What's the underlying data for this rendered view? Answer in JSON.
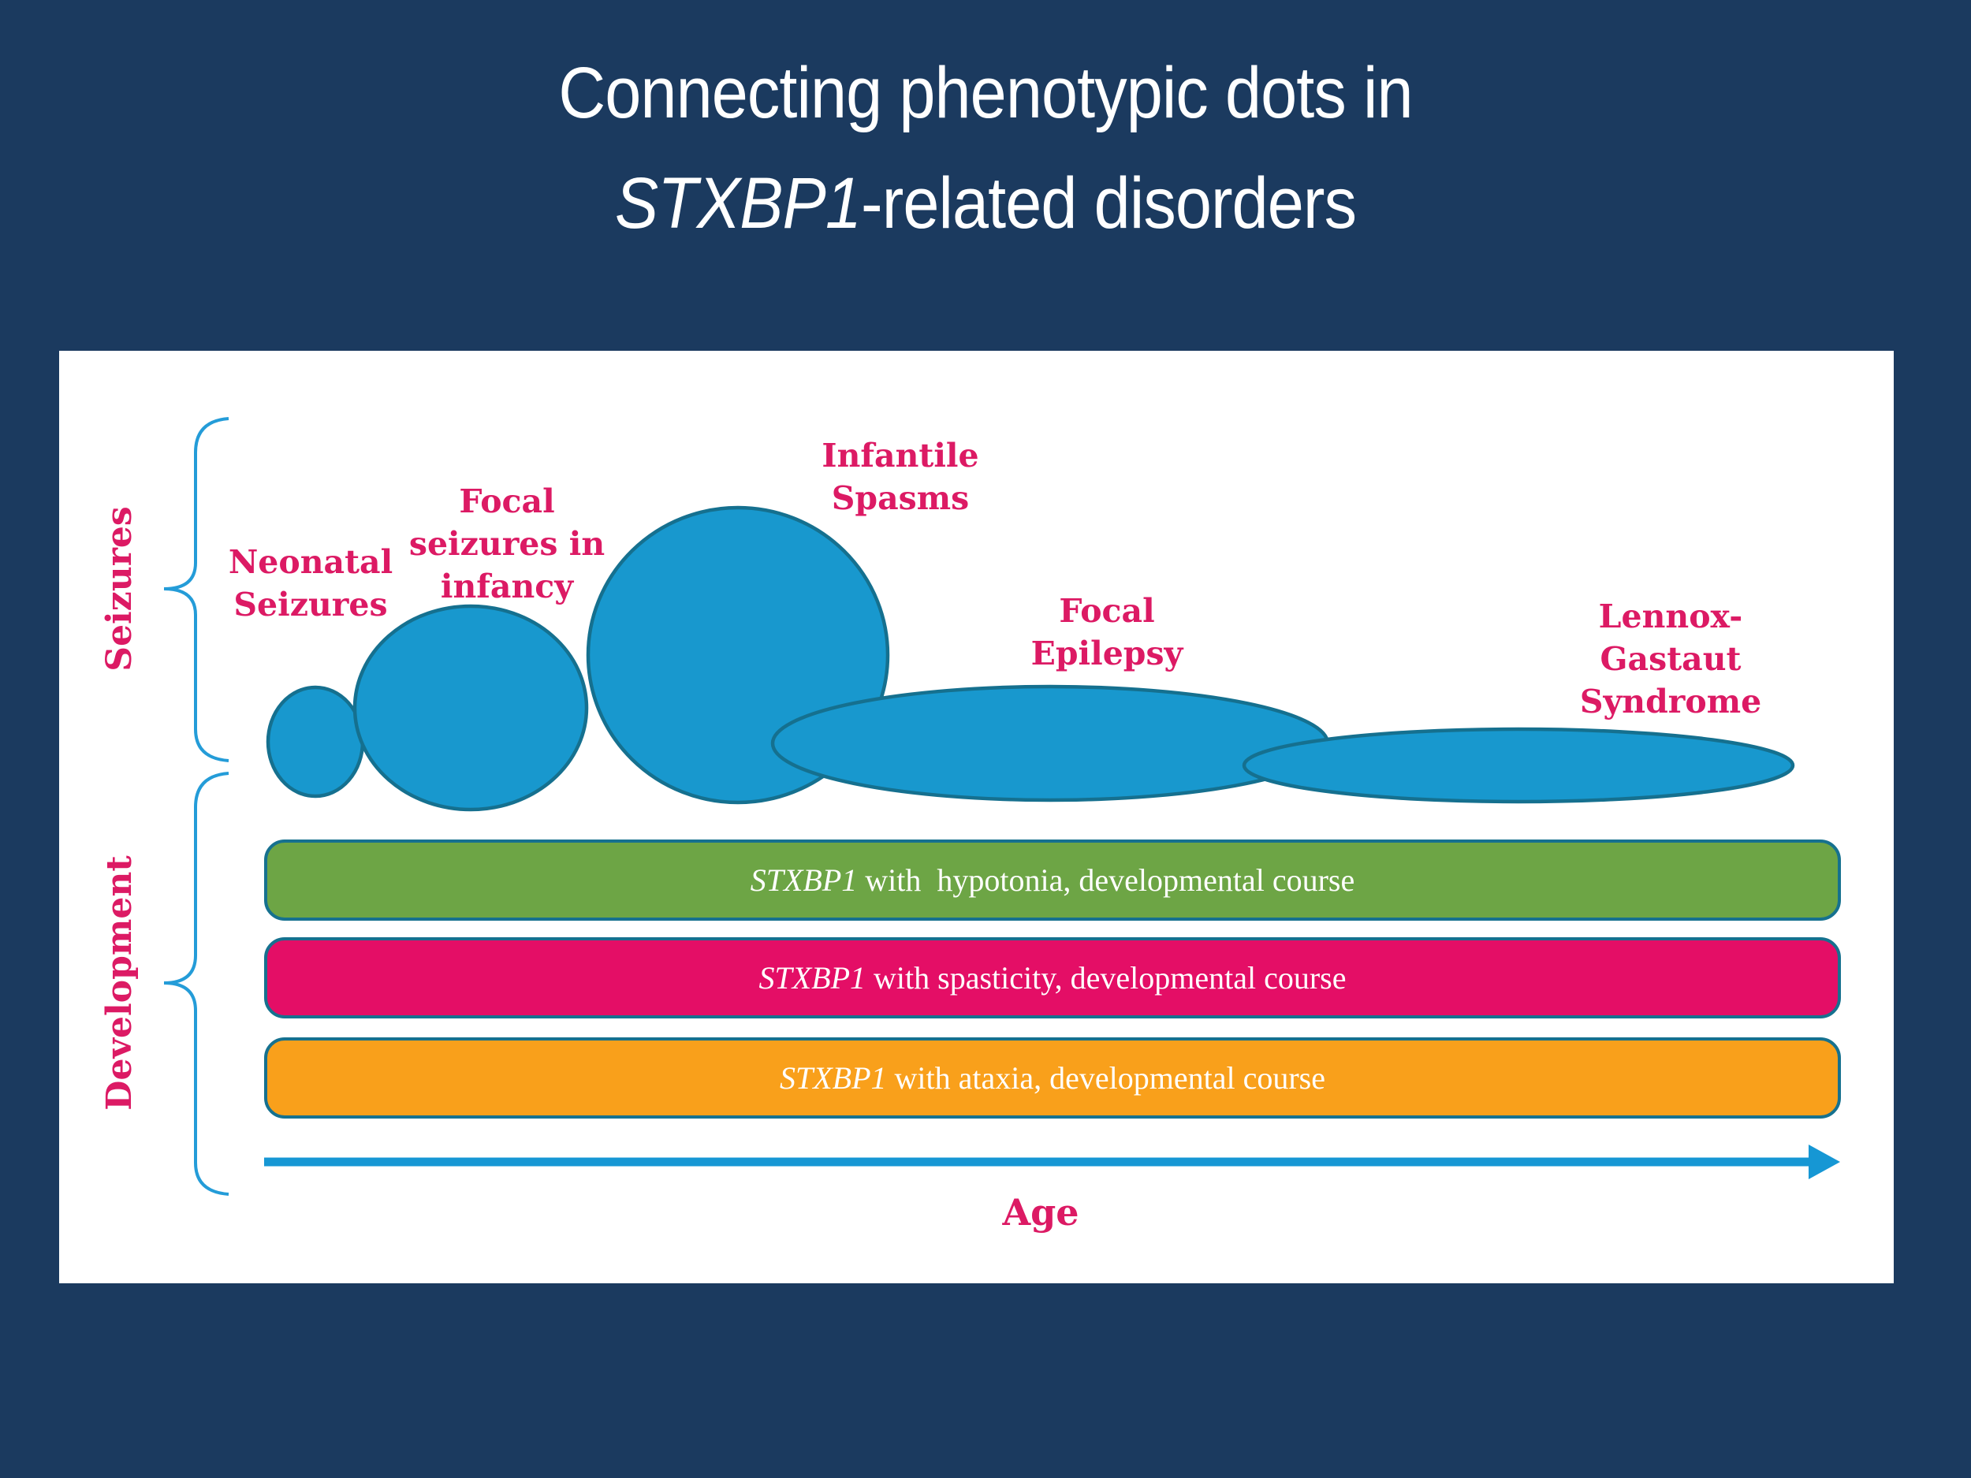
{
  "slide": {
    "title": {
      "line1": "Connecting phenotypic dots in",
      "line2_italic": "STXBP1",
      "line2_rest": "-related disorders"
    }
  },
  "diagram": {
    "row_labels": {
      "seizures": "Seizures",
      "development": "Development"
    },
    "seizure_phases": [
      {
        "name": "neonatal-seizures",
        "lines": [
          "Neonatal",
          "Seizures"
        ]
      },
      {
        "name": "focal-seizures-in-infancy",
        "lines": [
          "Focal",
          "seizures in",
          "infancy"
        ]
      },
      {
        "name": "infantile-spasms",
        "lines": [
          "Infantile",
          "Spasms"
        ]
      },
      {
        "name": "focal-epilepsy",
        "lines": [
          "Focal",
          "Epilepsy"
        ]
      },
      {
        "name": "lennox-gastaut-syndrome",
        "lines": [
          "Lennox-",
          "Gastaut",
          "Syndrome"
        ]
      }
    ],
    "development_bars": [
      {
        "gene": "STXBP1",
        "text": " with  hypotonia, developmental course",
        "color": "#6DA545"
      },
      {
        "gene": "STXBP1",
        "text": " with spasticity, developmental course",
        "color": "#E40E66"
      },
      {
        "gene": "STXBP1",
        "text": " with ataxia, developmental course",
        "color": "#F9A01B"
      }
    ],
    "age_label": "Age"
  },
  "colors": {
    "background": "#1B3A5F",
    "panel": "#FFFFFF",
    "ellipse_fill": "#1898CE",
    "ellipse_stroke": "#15708F",
    "accent_blue": "#1E9CD7",
    "label_pink": "#DC1A64",
    "bar_border": "#16718F",
    "bar_text": "#FFFFFF",
    "title_text": "#FFFFFF"
  }
}
